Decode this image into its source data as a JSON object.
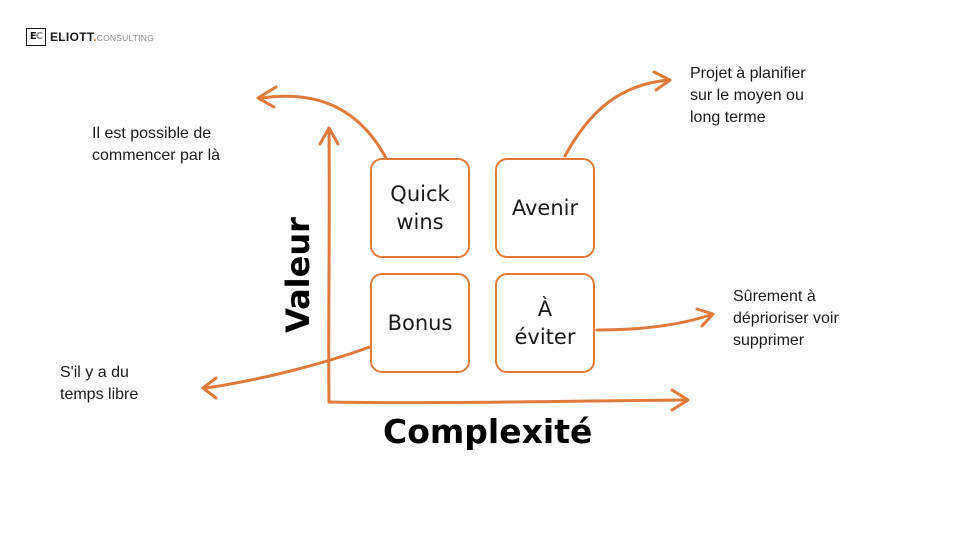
{
  "logo": {
    "mark_left": "E",
    "mark_right": "C",
    "name": "ELIOTT",
    "dot": ".",
    "sub": "CONSULTING"
  },
  "axes": {
    "y_label": "Valeur",
    "x_label": "Complexité"
  },
  "quadrants": {
    "top_left": "Quick\nwins",
    "top_right": "Avenir",
    "bottom_left": "Bonus",
    "bottom_right": "À\néviter"
  },
  "notes": {
    "top_left": "Il est possible de\ncommencer par là",
    "top_right": "Projet à planifier\nsur le moyen ou\nlong terme",
    "bottom_right": "Sûrement à\ndéprioriser voir\nsupprimer",
    "bottom_left": "S'il y a du\ntemps libre"
  },
  "colors": {
    "accent": "#e07a3a",
    "text": "#1a1a1a"
  }
}
